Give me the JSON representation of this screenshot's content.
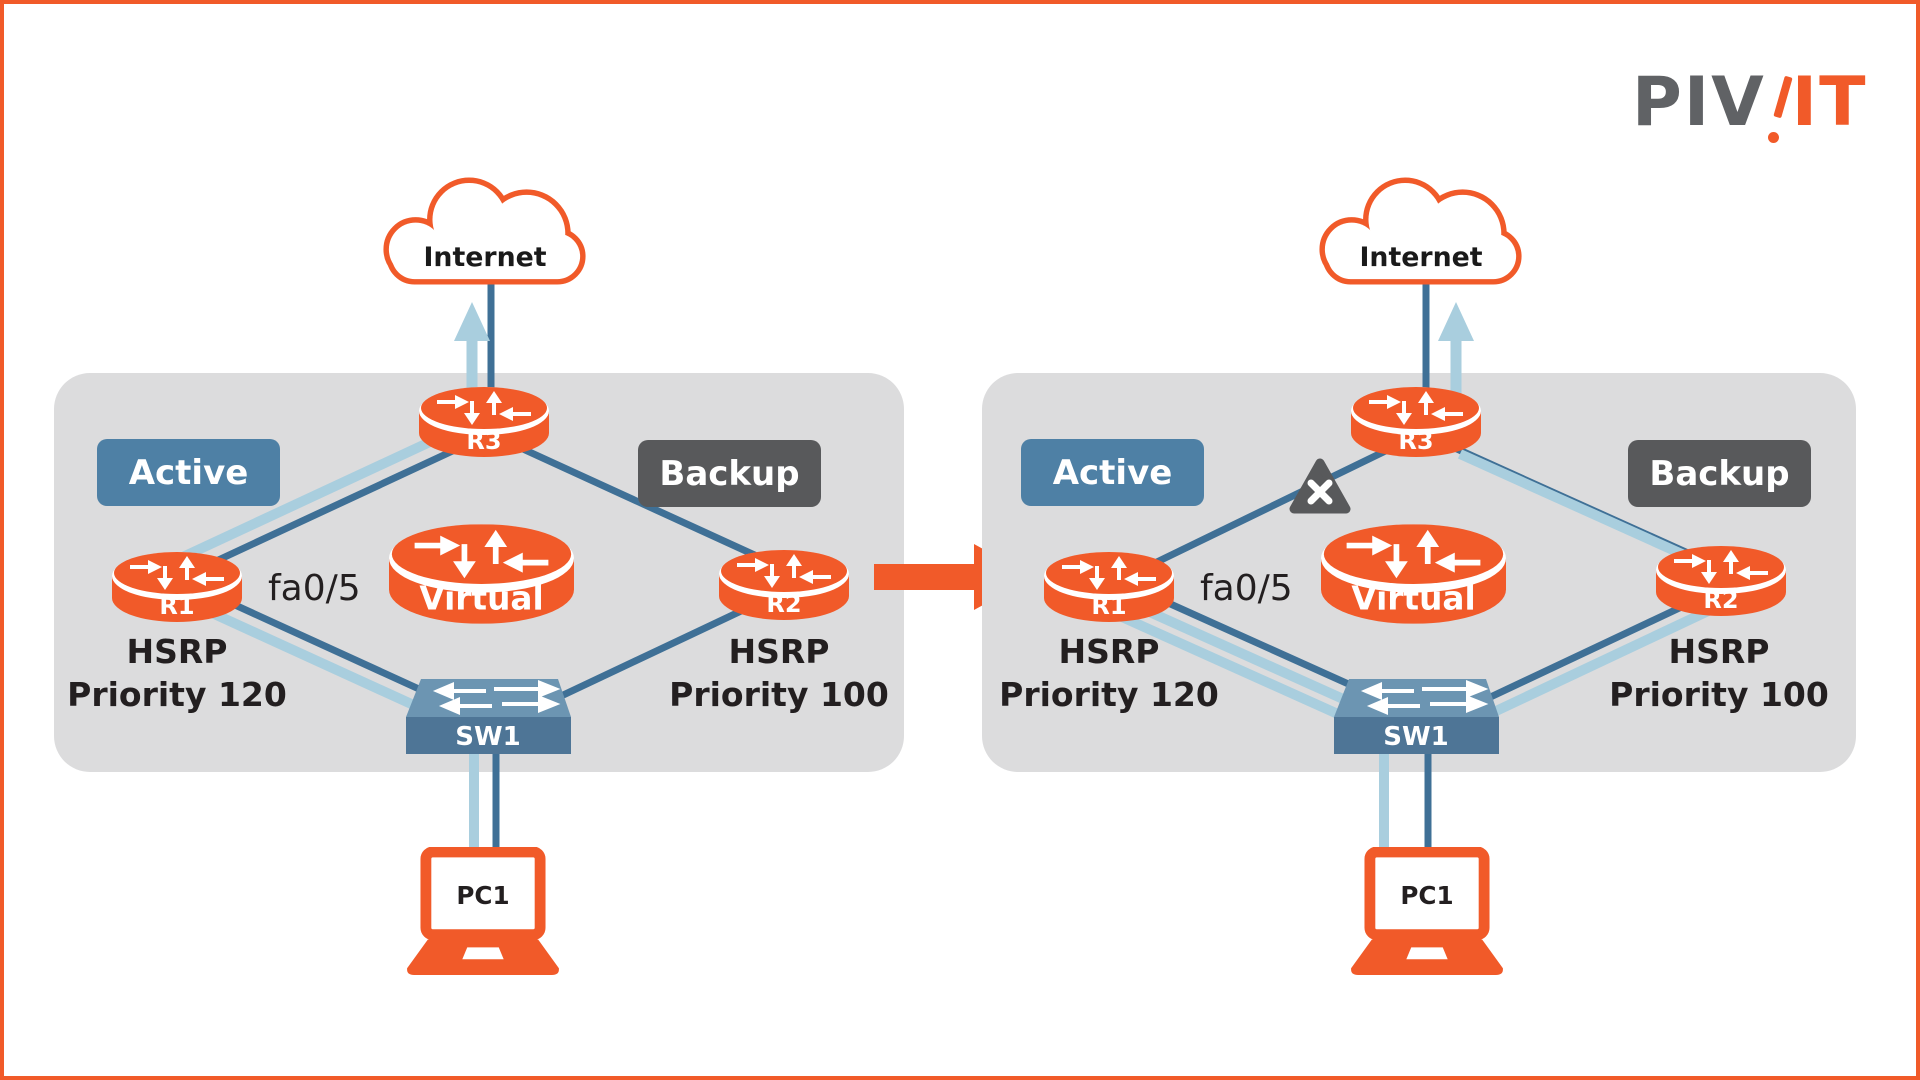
{
  "logo": {
    "gray_text": "PIV",
    "orange_text": "IT"
  },
  "colors": {
    "accent_orange": "#F15A29",
    "active_badge_blue": "#4E80A5",
    "backup_badge_gray": "#58595B",
    "dark_link_blue": "#3F7096",
    "light_flow_blue": "#A9CEDE",
    "panel_gray": "#DCDCDD",
    "switch_top_blue": "#6C95B2",
    "switch_front_blue": "#4E7596"
  },
  "panels": [
    {
      "name": "before-failure",
      "internet_label": "Internet",
      "active_badge": "Active",
      "backup_badge": "Backup",
      "router_top": "R3",
      "router_active": "R1",
      "router_backup": "R2",
      "router_virtual": "Virtual",
      "switch_label": "SW1",
      "pc_label": "PC1",
      "port_label": "fa0/5",
      "active_caption_line1": "HSRP",
      "active_caption_line2": "Priority 120",
      "backup_caption_line1": "HSRP",
      "backup_caption_line2": "Priority 100",
      "link_failure": false
    },
    {
      "name": "after-failure",
      "internet_label": "Internet",
      "active_badge": "Active",
      "backup_badge": "Backup",
      "router_top": "R3",
      "router_active": "R1",
      "router_backup": "R2",
      "router_virtual": "Virtual",
      "switch_label": "SW1",
      "pc_label": "PC1",
      "port_label": "fa0/5",
      "active_caption_line1": "HSRP",
      "active_caption_line2": "Priority 120",
      "backup_caption_line1": "HSRP",
      "backup_caption_line2": "Priority 100",
      "link_failure": true
    }
  ]
}
